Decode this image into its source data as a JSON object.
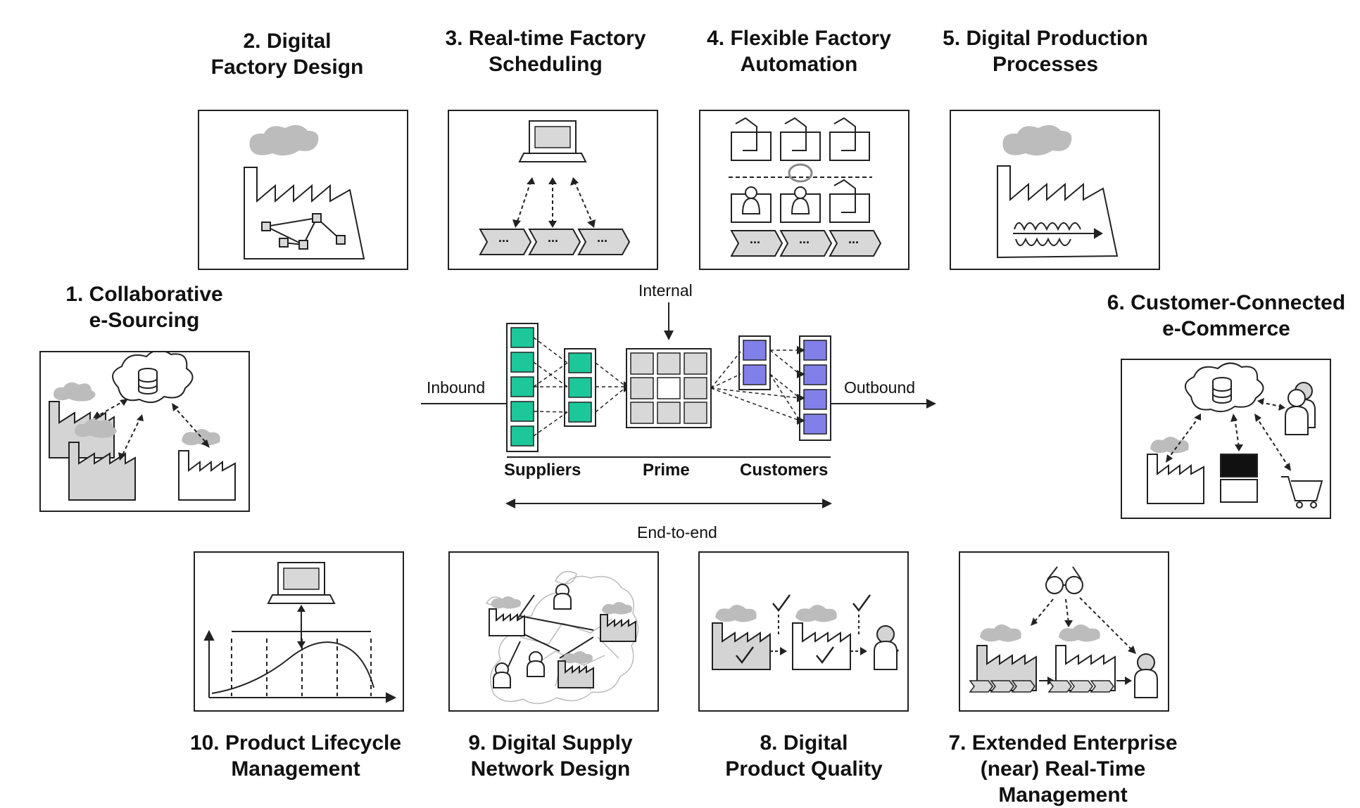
{
  "titles": {
    "t1": "1. Collaborative\ne-Sourcing",
    "t2": "2. Digital\nFactory Design",
    "t3": "3. Real-time Factory\nScheduling",
    "t4": "4. Flexible Factory\nAutomation",
    "t5": "5. Digital Production\nProcesses",
    "t6": "6. Customer-Connected\ne-Commerce",
    "t7": "7. Extended Enterprise\n(near) Real-Time\nManagement",
    "t8": "8. Digital\nProduct Quality",
    "t9": "9. Digital Supply\nNetwork Design",
    "t10": "10. Product Lifecycle\nManagement"
  },
  "center": {
    "internal": "Internal",
    "inbound": "Inbound",
    "outbound": "Outbound",
    "suppliers": "Suppliers",
    "prime": "Prime",
    "customers": "Customers",
    "end_to_end": "End-to-end"
  },
  "chevron_text": "...",
  "colors": {
    "supplier": "#1cc79a",
    "customer": "#8080e8",
    "smoke": "#bcbcbc",
    "factory_fill": "#d4d4d4",
    "grid_cell": "#d8d8d8",
    "stroke": "#222222"
  }
}
